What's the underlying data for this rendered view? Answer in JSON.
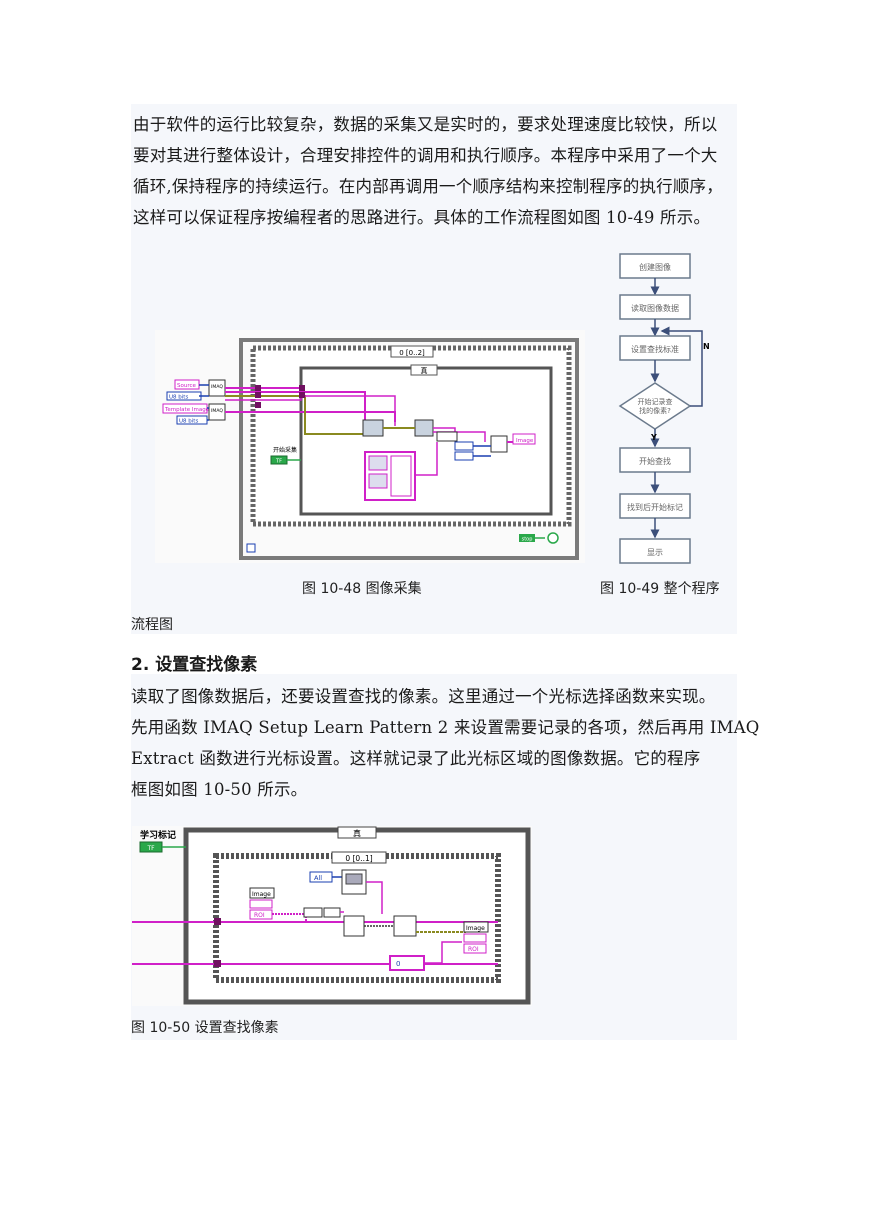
{
  "paragraph1": {
    "lines": [
      "由于软件的运行比较复杂，数据的采集又是实时的，要求处理速度比较快，所以",
      "要对其进行整体设计，合理安排控件的调用和执行顺序。本程序中采用了一个大",
      "循环,保持程序的持续运行。在内部再调用一个顺序结构来控制程序的执行顺序，",
      "这样可以保证程序按编程者的思路进行。具体的工作流程图如图 10-49 所示。"
    ]
  },
  "figure_10_48": {
    "caption": "图 10-48   图像采集",
    "seq_label": "0 [0..2]",
    "case_label": "真",
    "labels": {
      "source": "Source",
      "bits1": "U8 bits",
      "template": "Template Image",
      "bits2": "U8 bits",
      "start": "开始采集",
      "start_val": "TF",
      "imaq": "IMAQ",
      "image_out": "Image",
      "stop": "stop"
    }
  },
  "figure_10_49": {
    "caption": "图 10-49   整个程序",
    "caption_cont": "流程图",
    "steps": [
      "创建图像",
      "读取图像数据",
      "设置查找标准",
      "开始查找",
      "找到后开始标记",
      "显示"
    ],
    "decision": [
      "开始记录查",
      "找的像素?"
    ],
    "yes": "Y",
    "no": "N"
  },
  "section2": {
    "heading": "2.  设置查找像素",
    "lines": [
      "读取了图像数据后，还要设置查找的像素。这里通过一个光标选择函数来实现。",
      "先用函数 IMAQ Setup Learn Pattern 2 来设置需要记录的各项，然后再用 IMAQ",
      " Extract 函数进行光标设置。这样就记录了此光标区域的图像数据。它的程序",
      "框图如图 10-50 所示。"
    ]
  },
  "figure_10_50": {
    "caption": "图 10-50   设置查找像素",
    "case_label": "真",
    "seq_label": "0 [0..1]",
    "learn_label": "学习标记",
    "learn_val": "TF",
    "image_in": "Image",
    "image_out": "Image",
    "roi_in": "ROI",
    "roi_out": "ROI",
    "all": "All",
    "zero_const": "0"
  },
  "colors": {
    "pink_wire": "#d020c8",
    "blue_wire": "#1a3fb0",
    "olive_wire": "#8a8a20",
    "green_wire": "#2aa84a",
    "flow_box": "#6b7a8c",
    "flow_line": "#3c4f7a",
    "shade": "#f5f7fb"
  }
}
